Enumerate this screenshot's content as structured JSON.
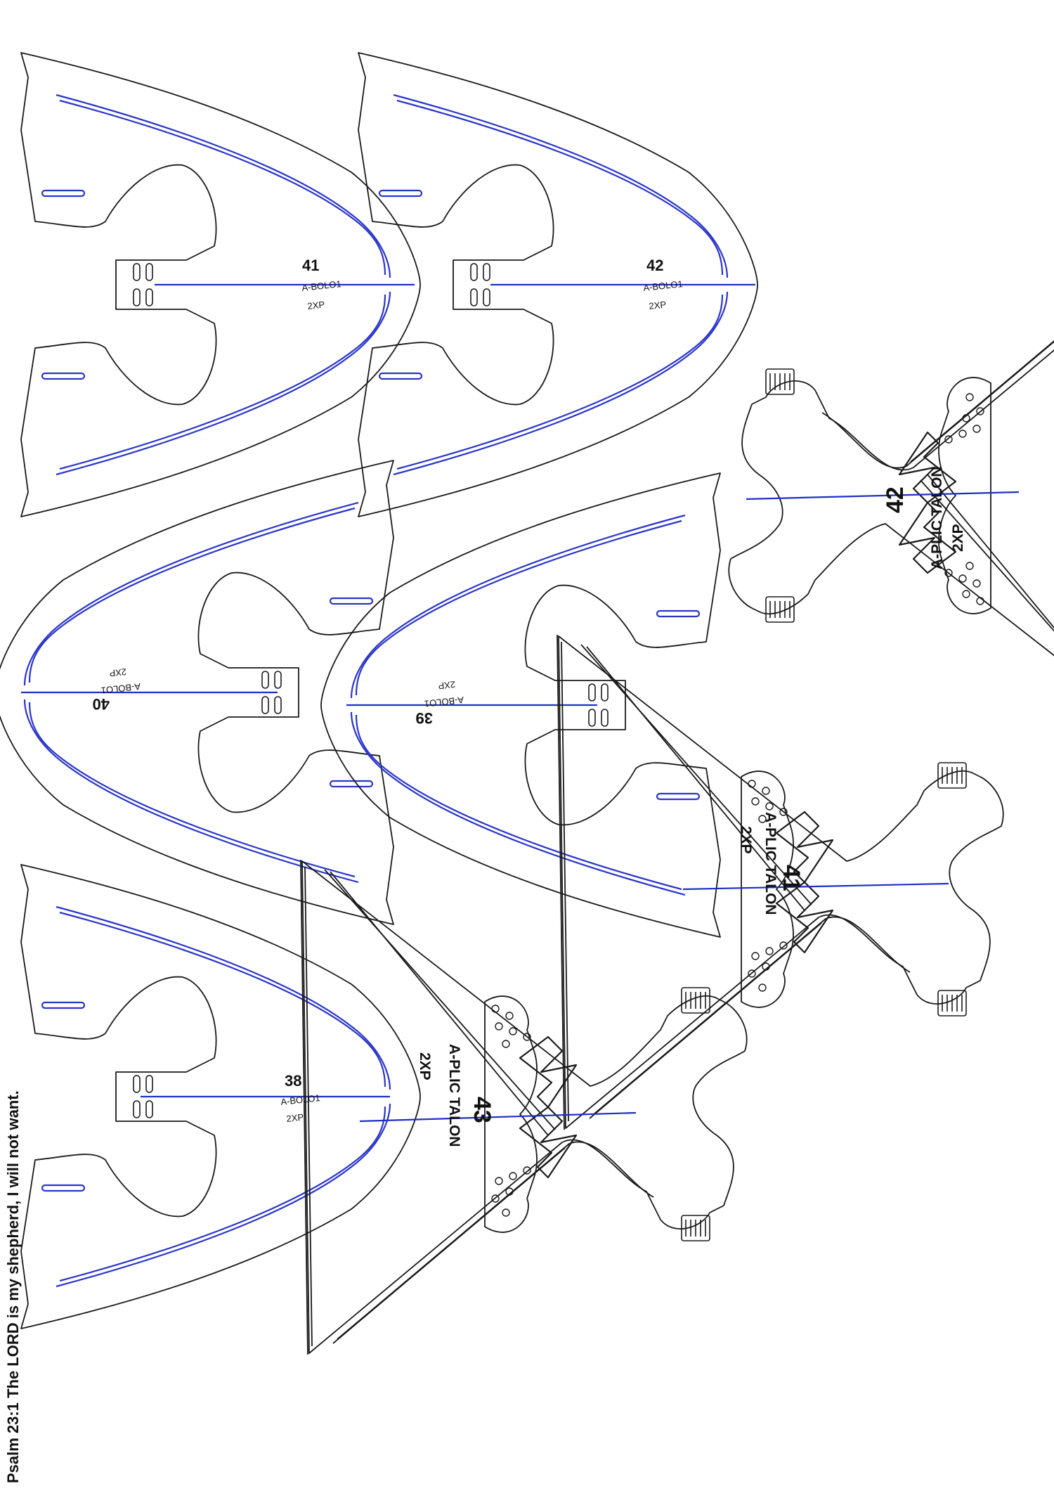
{
  "colors": {
    "outline": "#1a1a1a",
    "stitch_line": "#2a35c8",
    "center_axis": "#1f2fc4",
    "background": "#ffffff"
  },
  "footer": {
    "verse": "Psalm 23:1 The LORD is my shepherd, I will not want."
  },
  "bolo_pieces": [
    {
      "number": "41",
      "code": "A-BOLO1",
      "qty": "2XP"
    },
    {
      "number": "42",
      "code": "A-BOLO1",
      "qty": "2XP"
    },
    {
      "number": "40",
      "code": "A-BOLO1",
      "qty": "2XP"
    },
    {
      "number": "39",
      "code": "A-BOLO1",
      "qty": "2XP"
    },
    {
      "number": "38",
      "code": "A-BOLO1",
      "qty": "2XP"
    }
  ],
  "talon_pieces": [
    {
      "number": "42",
      "code": "A-PLIC TALON",
      "qty": "2XP"
    },
    {
      "number": "41",
      "code": "A-PLIC TALON",
      "qty": "2XP"
    },
    {
      "number": "43",
      "code": "A-PLIC TALON",
      "qty": "2XP"
    }
  ]
}
